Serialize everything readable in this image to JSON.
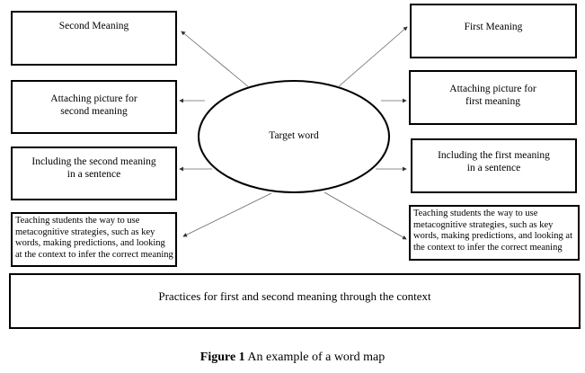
{
  "center": {
    "label": "Target word"
  },
  "left_boxes": [
    {
      "id": "second-meaning",
      "text": "Second Meaning"
    },
    {
      "id": "attaching-picture-second",
      "text": "Attaching picture for\nsecond meaning"
    },
    {
      "id": "including-second-sentence",
      "text": "Including the second meaning\nin a sentence"
    },
    {
      "id": "teaching-metacognitive-left",
      "text": "Teaching students the way to use metacognitive strategies, such as key words, making predictions, and looking at the context to infer the correct meaning"
    }
  ],
  "right_boxes": [
    {
      "id": "first-meaning",
      "text": "First Meaning"
    },
    {
      "id": "attaching-picture-first",
      "text": "Attaching picture for\nfirst meaning"
    },
    {
      "id": "including-first-sentence",
      "text": "Including the first meaning\nin a sentence"
    },
    {
      "id": "teaching-metacognitive-right",
      "text": "Teaching students the way to use metacognitive strategies, such as key words, making predictions, and looking at the context to infer the correct meaning"
    }
  ],
  "bottom_box": {
    "text": "Practices for first and second meaning through the context"
  },
  "caption": {
    "label": "Figure 1",
    "text": " An example of a word map"
  },
  "colors": {
    "stroke": "#000000",
    "arrow": "#555555",
    "background": "#ffffff"
  }
}
